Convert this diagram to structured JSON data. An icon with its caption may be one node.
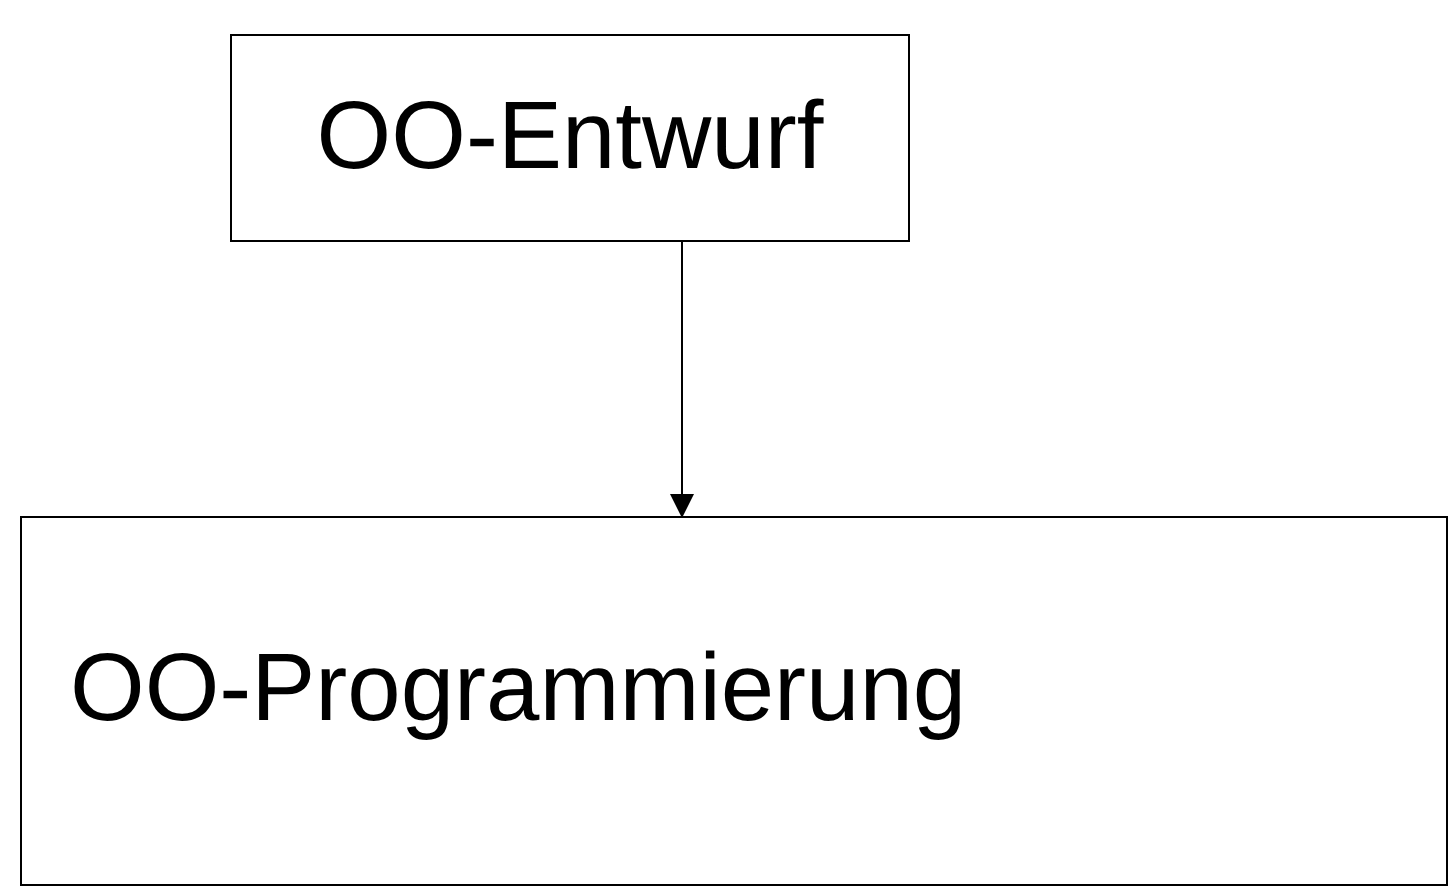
{
  "diagram": {
    "nodes": [
      {
        "text": [
          "OO-Entwurf"
        ]
      },
      {
        "text": [
          "OO-Programmierung"
        ]
      }
    ],
    "edges": [
      {
        "from": 0,
        "to": 1,
        "arrow": "to"
      }
    ]
  }
}
